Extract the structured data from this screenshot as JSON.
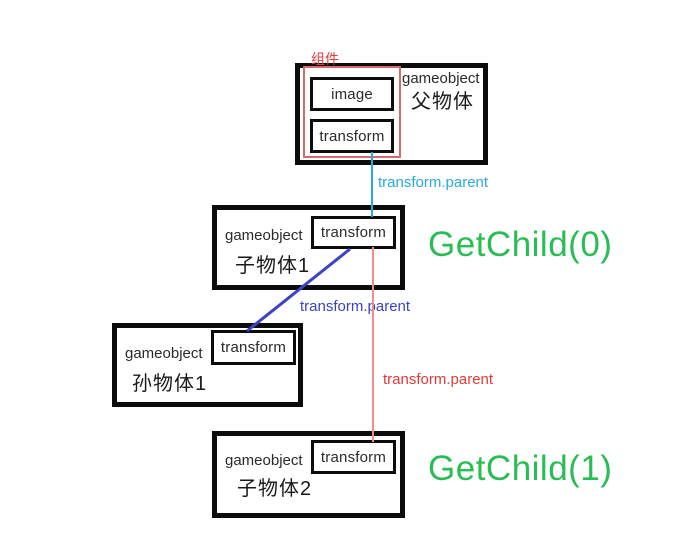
{
  "colors": {
    "box_border": "#0c0c0c",
    "cyan": "#29a9e1",
    "blue": "#3b42c4",
    "red": "#e23a3a",
    "red_group_border": "#d66a6a",
    "red_line": "#ef8e8e",
    "green": "#2abd54"
  },
  "component_group_label": "组件",
  "nodes": {
    "parent": {
      "type": "gameobject",
      "name": "父物体",
      "components": [
        "image",
        "transform"
      ]
    },
    "child1": {
      "type": "gameobject",
      "name": "子物体1",
      "components": [
        "transform"
      ]
    },
    "grandchild1": {
      "type": "gameobject",
      "name": "孙物体1",
      "components": [
        "transform"
      ]
    },
    "child2": {
      "type": "gameobject",
      "name": "子物体2",
      "components": [
        "transform"
      ]
    }
  },
  "edges": {
    "parent_child1": {
      "label": "transform.parent",
      "color": "#29a9e1"
    },
    "child1_grandchild1": {
      "label": "transform.parent",
      "color": "#3b42c4"
    },
    "parent_child2": {
      "label": "transform.parent",
      "color": "#ef8e8e"
    }
  },
  "annotations": {
    "get_child_0": "GetChild(0)",
    "get_child_1": "GetChild(1)"
  }
}
